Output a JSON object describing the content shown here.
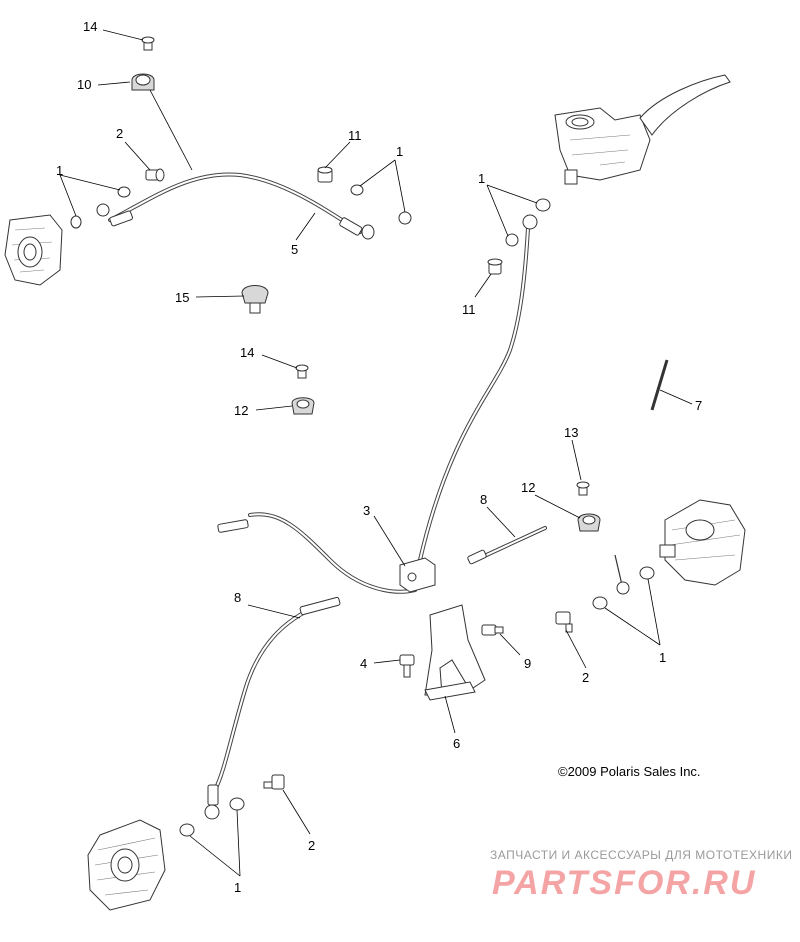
{
  "callouts": [
    "14",
    "10",
    "2",
    "1",
    "11",
    "1",
    "5",
    "1",
    "11",
    "15",
    "14",
    "12",
    "7",
    "13",
    "12",
    "8",
    "3",
    "8",
    "4",
    "9",
    "2",
    "1",
    "6",
    "2",
    "1"
  ],
  "copyright": "©2009 Polaris Sales Inc.",
  "watermark": {
    "caption": "ЗАПЧАСТИ И АКСЕССУАРЫ ДЛЯ МОТОТЕХНИКИ",
    "logo": "PARTSFOR.RU"
  }
}
